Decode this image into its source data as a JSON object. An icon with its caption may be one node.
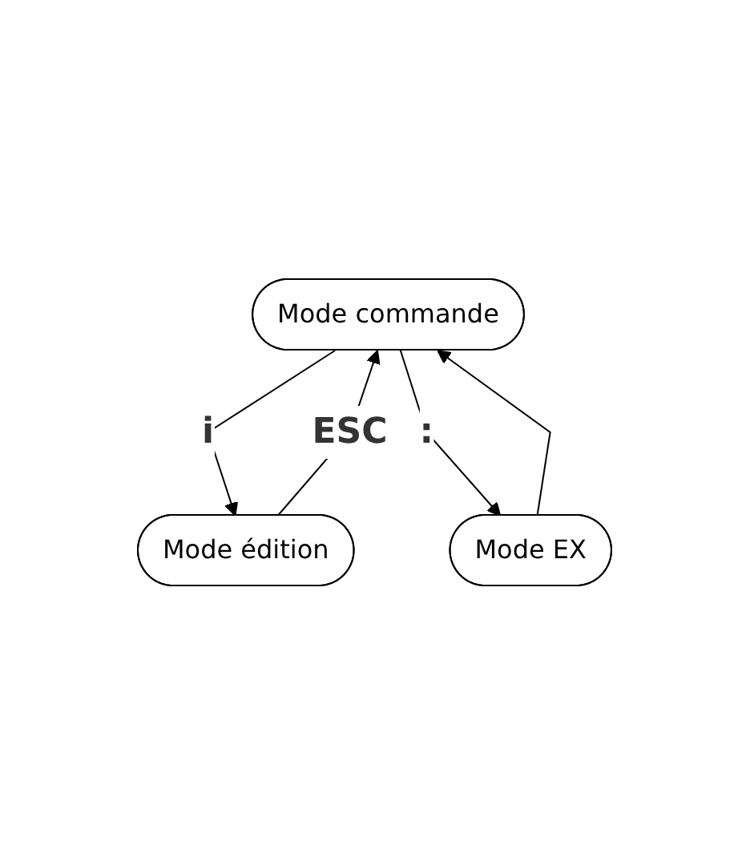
{
  "diagram": {
    "nodes": [
      {
        "text": [
          "Mode commande"
        ]
      },
      {
        "text": [
          "Mode édition"
        ]
      },
      {
        "text": [
          "Mode EX"
        ]
      }
    ],
    "edges": [
      {
        "from": 0,
        "to": 1,
        "arrow": "to",
        "label": "i"
      },
      {
        "from": 1,
        "to": 0,
        "arrow": "to",
        "label": "ESC"
      },
      {
        "from": 0,
        "to": 2,
        "arrow": "to",
        "label": ":"
      },
      {
        "from": 2,
        "to": 0,
        "arrow": "to"
      }
    ]
  }
}
